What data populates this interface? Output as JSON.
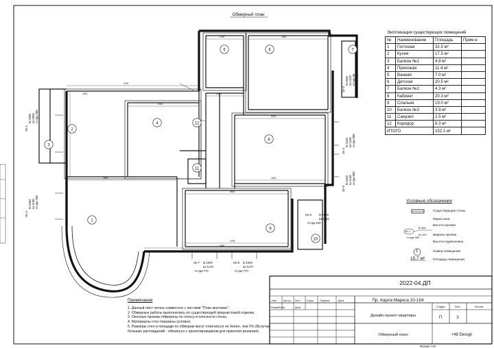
{
  "sheet_title": "Обмерный план",
  "explication": {
    "title": "Экспликация существующих помещений",
    "headers": [
      "№",
      "Наименование",
      "Площадь",
      "Прим-е"
    ],
    "rows": [
      [
        "1",
        "Гостиная",
        "32.5 м²",
        ""
      ],
      [
        "2",
        "Кухня",
        "17.5 м²",
        ""
      ],
      [
        "3",
        "Балкон №1",
        "4.8 м²",
        ""
      ],
      [
        "4",
        "Прихожая",
        "11.4 м²",
        ""
      ],
      [
        "5",
        "Ванная",
        "7.0 м²",
        ""
      ],
      [
        "6",
        "Детская",
        "20.5 м²",
        ""
      ],
      [
        "7",
        "Балкон №2",
        "4.3 м²",
        ""
      ],
      [
        "8",
        "Кабинет",
        "20.3 м²",
        ""
      ],
      [
        "9",
        "Спальня",
        "19.0 м²",
        ""
      ],
      [
        "10",
        "Балкон №3",
        "3.9 м²",
        ""
      ],
      [
        "11",
        "Санузел",
        "2.5 м²",
        ""
      ],
      [
        "12",
        "Коридор",
        "8.3 м²",
        ""
      ]
    ],
    "total_label": "ИТОГО",
    "total_value": "152.1 м²"
  },
  "rooms": [
    "1",
    "2",
    "3",
    "4",
    "5",
    "6",
    "7",
    "8",
    "9",
    "10",
    "11",
    "12"
  ],
  "legend": {
    "title": "Условные обозначения",
    "items": [
      "Существующие стены",
      "Марка окна",
      "Высота проема",
      "Ширина проема",
      "Высота подоконника",
      "Номер помещения",
      "Площадь помещения"
    ],
    "sample_number": "1",
    "sample_area": "15.7 м²",
    "sample_mark": "Ок-1",
    "sample_height": "В-180",
    "sample_width": "Ш-100",
    "sample_sill": "Н.пдк-900"
  },
  "window_marks": [
    {
      "mark": "Ок-1",
      "height": "В-2600",
      "width": "Ш-2050",
      "sill": "Н.пдк-200"
    },
    {
      "mark": "Ок-2",
      "height": "В-1940",
      "width": "Ш-1190",
      "sill": "Н.пдк-700"
    },
    {
      "mark": "Ок-3",
      "height": "В-2560",
      "width": "Ш-2220",
      "sill": "Н.пдк-80"
    },
    {
      "mark": "Ок-4",
      "height": "В-1620",
      "width": "Ш-1150",
      "sill": "Н.пдк-800"
    },
    {
      "mark": "Ок-5",
      "height": "В-1620",
      "width": "Ш-1150",
      "sill": "Н.пдк-800"
    },
    {
      "mark": "Ок-6",
      "height": "В-2600",
      "width": "Ш-1820",
      "sill": "Н.пдк-100"
    },
    {
      "mark": "Ок-7",
      "height": "В-1940",
      "width": "Ш-1270",
      "sill": "Н.пдк-770"
    },
    {
      "mark": "Ок-8",
      "height": "В-1940",
      "width": "Ш-1270",
      "sill": "Н.пдк-770"
    }
  ],
  "notes": {
    "title": "Примечание",
    "lines": [
      "1. Данный лист читать совместно с листами \"План монтажа\";",
      "2. Обмерные работы выполнялись по существующей предчистовой отделке;",
      "3. Оконные проемы обмерены по откосу в плоскости стены;",
      "4. Материалы стен показаны условно;",
      "5. Размеры стен и площади по обмерам могут отличаться не более, чем 5% (Вслучае",
      "больших расхождений - обязаться с проектировщиком для принятия решения)."
    ]
  },
  "title_block": {
    "code": "2022-04.ДП",
    "address": "Пр. Карла Маркса 20-154",
    "project": "Дизайн-проект квартиры",
    "sheet": "Обмерный план",
    "col_headers": [
      "Изм.",
      "Кол.уч",
      "Лист",
      "N док.",
      "Подпись",
      "Дата"
    ],
    "developer_label": "Разработал",
    "developer_date": "Дата",
    "stage_label": "Стадия",
    "sheet_label": "Лист",
    "sheets_label": "Листов",
    "stage": "П",
    "sheet_no": "3",
    "org": "+48 Design"
  },
  "format": "Формат А3А"
}
